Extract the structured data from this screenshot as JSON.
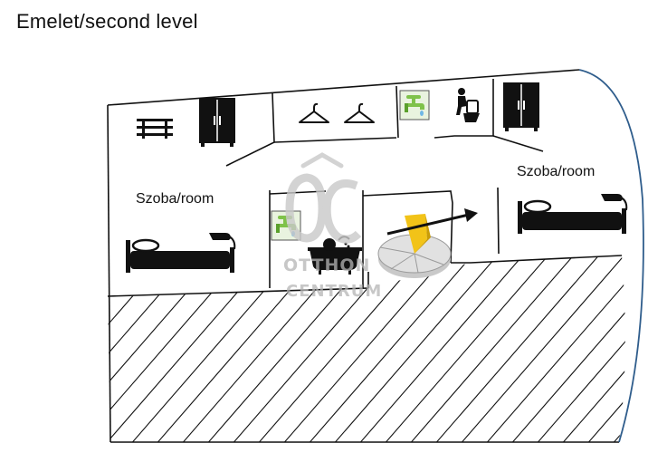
{
  "title": "Emelet/second level",
  "rooms": {
    "left": "Szoba/room",
    "right": "Szoba/room"
  },
  "watermark": {
    "monogram": "OC",
    "line1": "OTTHON",
    "line2": "CENTRUM"
  },
  "icons": [
    "bench-icon",
    "wardrobe-icon",
    "hanger-icon",
    "faucet-icon",
    "toilet-icon",
    "bed-icon",
    "bathtub-icon",
    "stairs-icon"
  ],
  "colors": {
    "wall": "#111111",
    "curved_wall": "#2f5d8c",
    "faucet_green": "#7fc24a",
    "stairs_yellow": "#f2c318",
    "watermark": "#b5b5b5"
  }
}
